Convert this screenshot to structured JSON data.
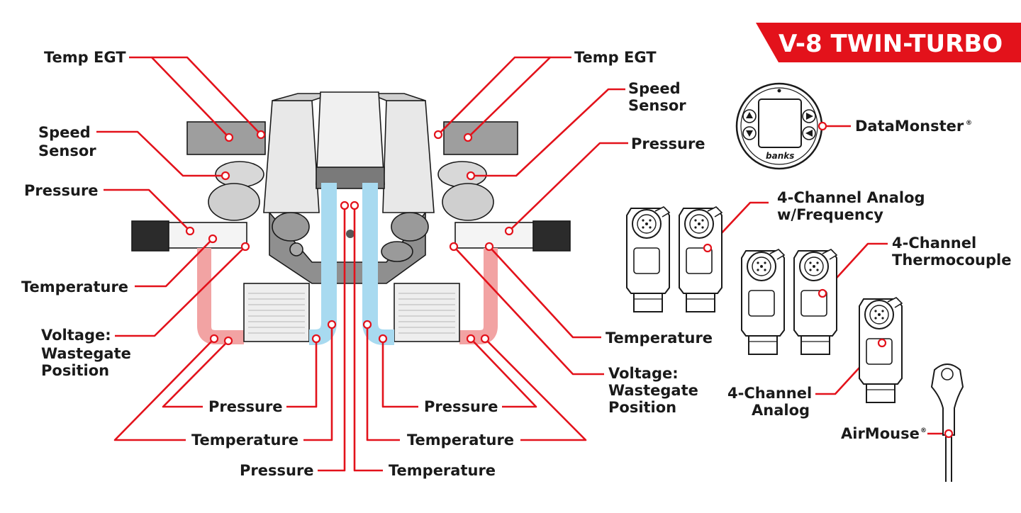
{
  "title": "V-8 TWIN-TURBO",
  "colors": {
    "accent": "#e3121b",
    "intake_cold": "#a8daf0",
    "intake_hot": "#f2a3a3",
    "engine_fill": "#e2e2e2",
    "engine_shade": "#bdbdbd"
  },
  "labels": {
    "temp_egt_left": "Temp EGT",
    "temp_egt_right": "Temp EGT",
    "speed_sensor_left": [
      "Speed",
      "Sensor"
    ],
    "speed_sensor_right": [
      "Speed",
      "Sensor"
    ],
    "pressure_left": "Pressure",
    "pressure_right": "Pressure",
    "temperature_left": "Temperature",
    "temperature_right": "Temperature",
    "voltage_left": [
      "Voltage:",
      "Wastegate",
      "Position"
    ],
    "voltage_right": [
      "Voltage:",
      "Wastegate",
      "Position"
    ],
    "pressure_bottom_left": "Pressure",
    "pressure_bottom_right": "Pressure",
    "temperature_bottom_left": "Temperature",
    "temperature_bottom_right": "Temperature",
    "pressure_center": "Pressure",
    "temperature_center": "Temperature"
  },
  "devices": {
    "datamonster": "DataMonster",
    "datamonster_brand": "banks",
    "analog_freq": [
      "4-Channel Analog",
      "w/Frequency"
    ],
    "thermocouple": [
      "4-Channel",
      "Thermocouple"
    ],
    "analog": [
      "4-Channel",
      "Analog"
    ],
    "airmouse": "AirMouse",
    "registered_mark": "®"
  },
  "icons": [
    "up-arrow-icon",
    "down-arrow-icon",
    "right-arrow-icon",
    "left-arrow-icon"
  ]
}
